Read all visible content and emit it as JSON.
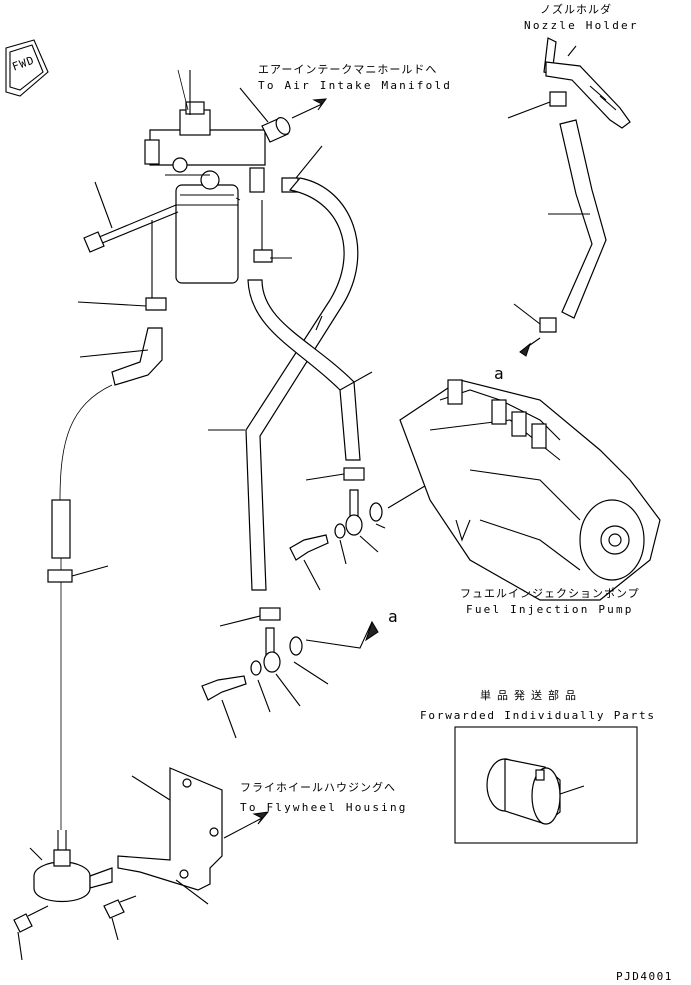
{
  "fwd_badge": "FWD",
  "labels": {
    "air_intake_jp": "エアーインテークマニホールドへ",
    "air_intake_en": "To Air Intake Manifold",
    "nozzle_jp": "ノズルホルダ",
    "nozzle_en": "Nozzle Holder",
    "fuel_pump_jp": "フュエルインジェクションポンプ",
    "fuel_pump_en": "Fuel Injection Pump",
    "forwarded_jp": "単品発送部品",
    "forwarded_en": "Forwarded Individually Parts",
    "flywheel_jp": "フライホイールハウジングへ",
    "flywheel_en": "To Flywheel Housing",
    "ref_a_top": "a",
    "ref_a_mid": "a",
    "drawing_code": "PJD4001"
  }
}
